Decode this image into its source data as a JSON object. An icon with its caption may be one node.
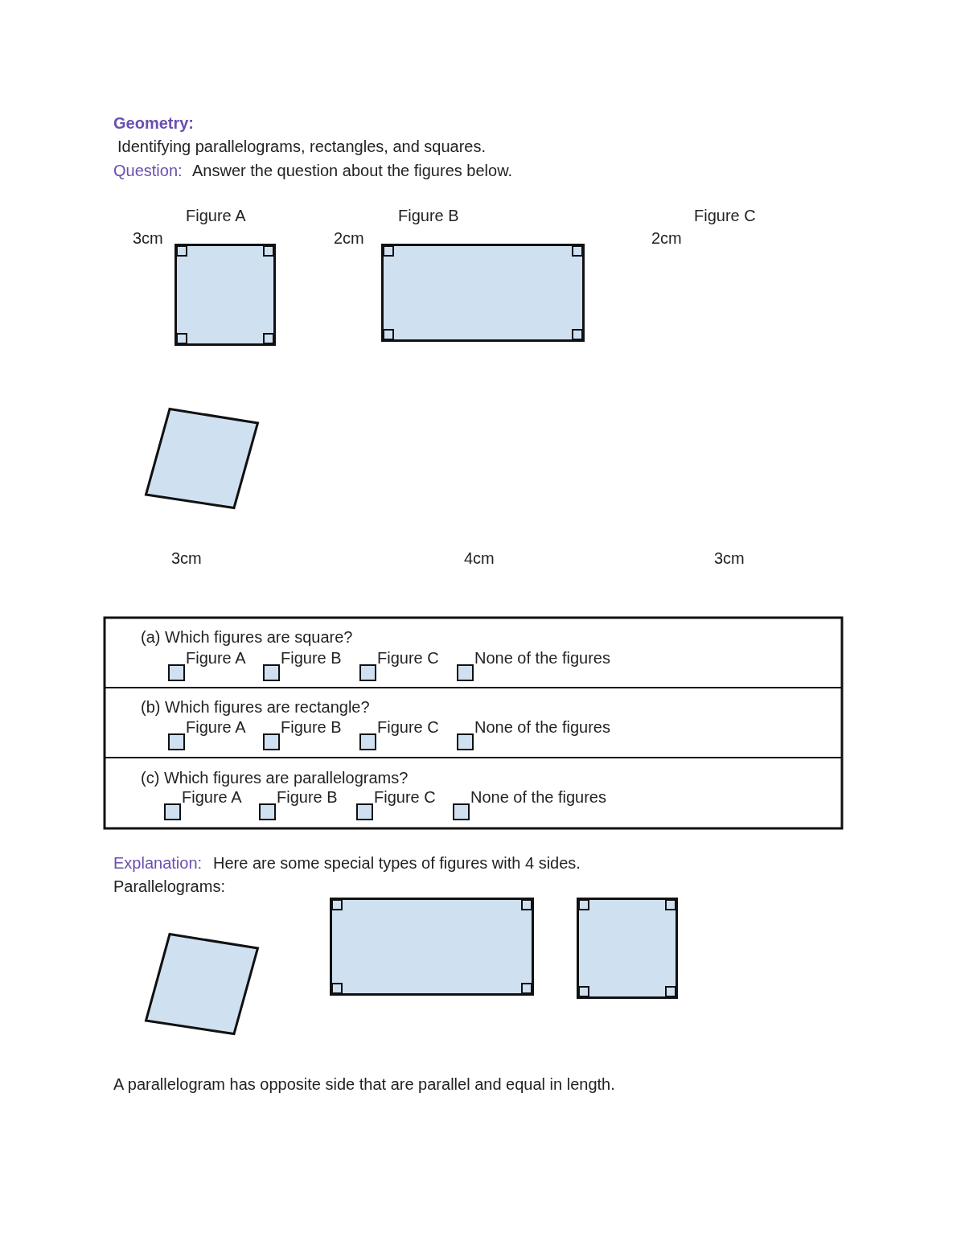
{
  "diagram": {
    "title": "Geometry:",
    "nodes": [
      {
        "text": [
          "Figure A"
        ]
      },
      {
        "text": [
          "Figure B"
        ]
      },
      {
        "text": [
          "Figure C"
        ]
      },
      {
        "text": [],
        "shape": "parallelogram"
      },
      {
        "text": [],
        "shape": "parallelogram"
      },
      {
        "text": [],
        "shape": "box"
      },
      {
        "text": [],
        "shape": "box"
      }
    ],
    "edges": [],
    "labels": [
      "Identifying parallelograms, rectangles, and squares.",
      "Question:",
      "Answer the question about the figures below.",
      "3cm",
      "2cm",
      "2cm",
      "3cm",
      "4cm",
      "3cm",
      "(a) Which figures are square?",
      "Figure A",
      "Figure B",
      "Figure C",
      "None of the figures",
      "(b) Which figures are rectangle?",
      "Figure A",
      "Figure B",
      "Figure C",
      "None of the figures",
      "(c) Which figures are parallelograms?",
      "Figure A",
      "Figure B",
      "Figure C",
      "None of the figures",
      "Explanation:",
      "Here are some special types of figures with 4 sides.",
      "Parallelograms:",
      "A parallelogram has opposite side that are parallel and equal in length."
    ]
  }
}
